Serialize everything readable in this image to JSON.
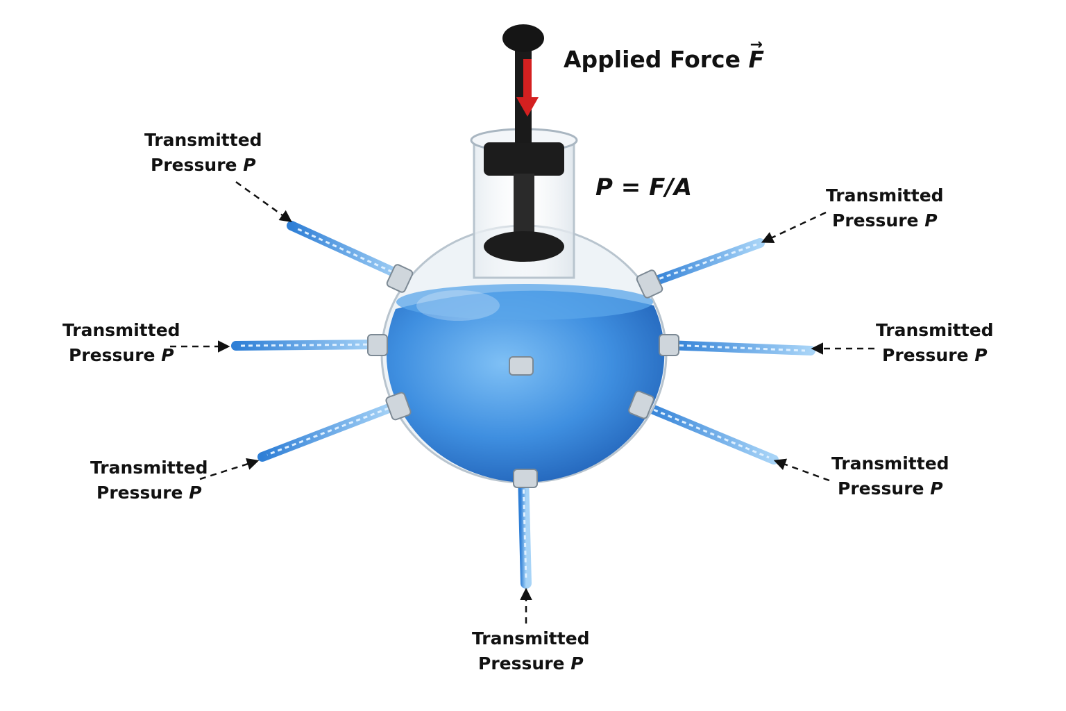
{
  "force_label": {
    "text": "Applied Force",
    "symbol": "F",
    "vector_mark": "→"
  },
  "formula": "P = F/A",
  "pressure_labels": [
    {
      "line1": "Transmitted",
      "line2": "Pressure",
      "symbol": "P"
    },
    {
      "line1": "Transmitted",
      "line2": "Pressure",
      "symbol": "P"
    },
    {
      "line1": "Transmitted",
      "line2": "Pressure",
      "symbol": "P"
    },
    {
      "line1": "Transmitted",
      "line2": "Pressure",
      "symbol": "P"
    },
    {
      "line1": "Transmitted",
      "line2": "Pressure",
      "symbol": "P"
    },
    {
      "line1": "Transmitted",
      "line2": "Pressure",
      "symbol": "P"
    },
    {
      "line1": "Transmitted",
      "line2": "Pressure",
      "symbol": "P"
    }
  ],
  "colors": {
    "water": "#3f8fe0",
    "water_dark": "#1f5fb5",
    "plunger": "#1c1c1c",
    "force_arrow": "#d42020",
    "glass": "#c9d3dc",
    "text": "#111111"
  }
}
